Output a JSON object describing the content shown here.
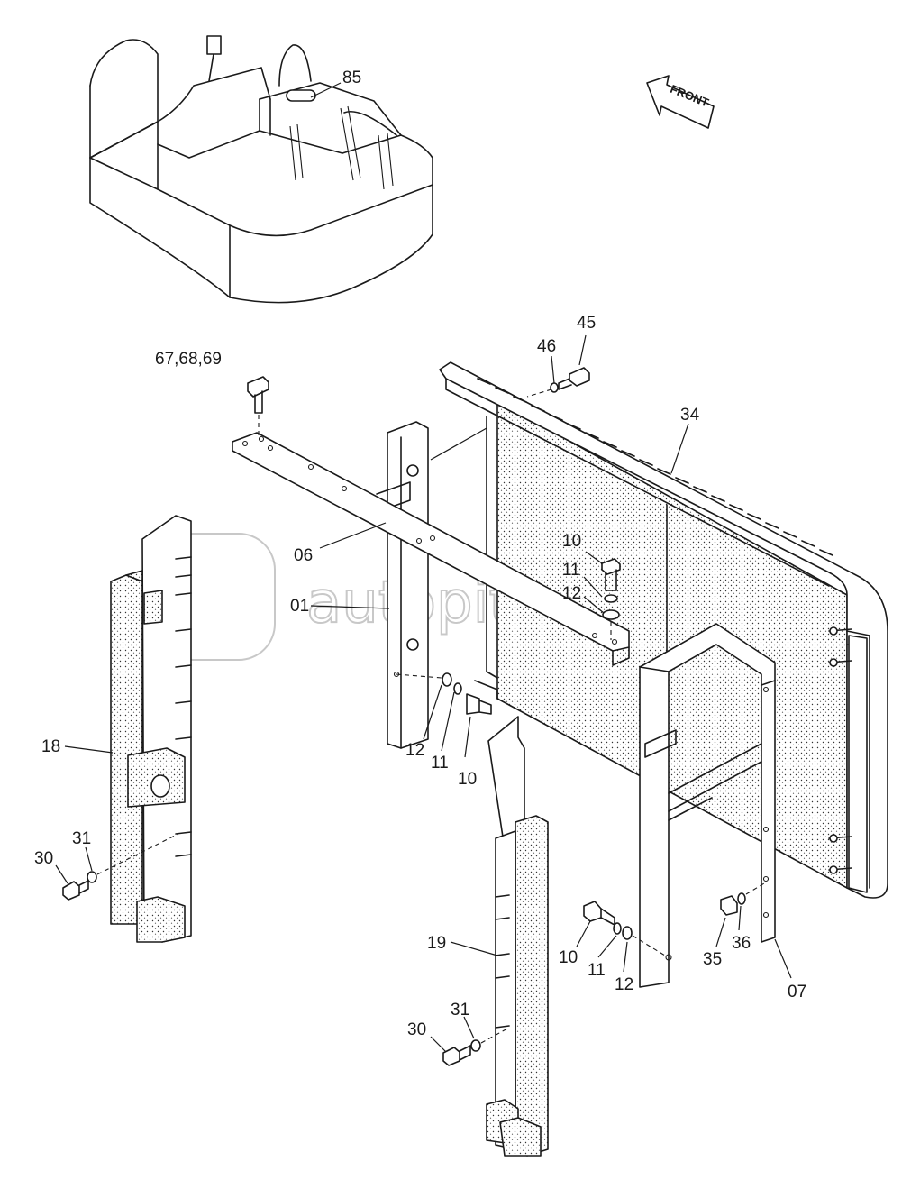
{
  "diagram": {
    "front_label": "FRONT",
    "watermark": "autopiter.ru",
    "callouts": {
      "c85": "85",
      "c45": "45",
      "c46": "46",
      "c676869": "67,68,69",
      "c34": "34",
      "c10a": "10",
      "c11a": "11",
      "c12a": "12",
      "c06": "06",
      "c01": "01",
      "c12b": "12",
      "c11b": "11",
      "c10b": "10",
      "c18": "18",
      "c31a": "31",
      "c30a": "30",
      "c19": "19",
      "c31b": "31",
      "c30b": "30",
      "c10c": "10",
      "c11c": "11",
      "c12c": "12",
      "c35": "35",
      "c36": "36",
      "c07": "07"
    }
  }
}
